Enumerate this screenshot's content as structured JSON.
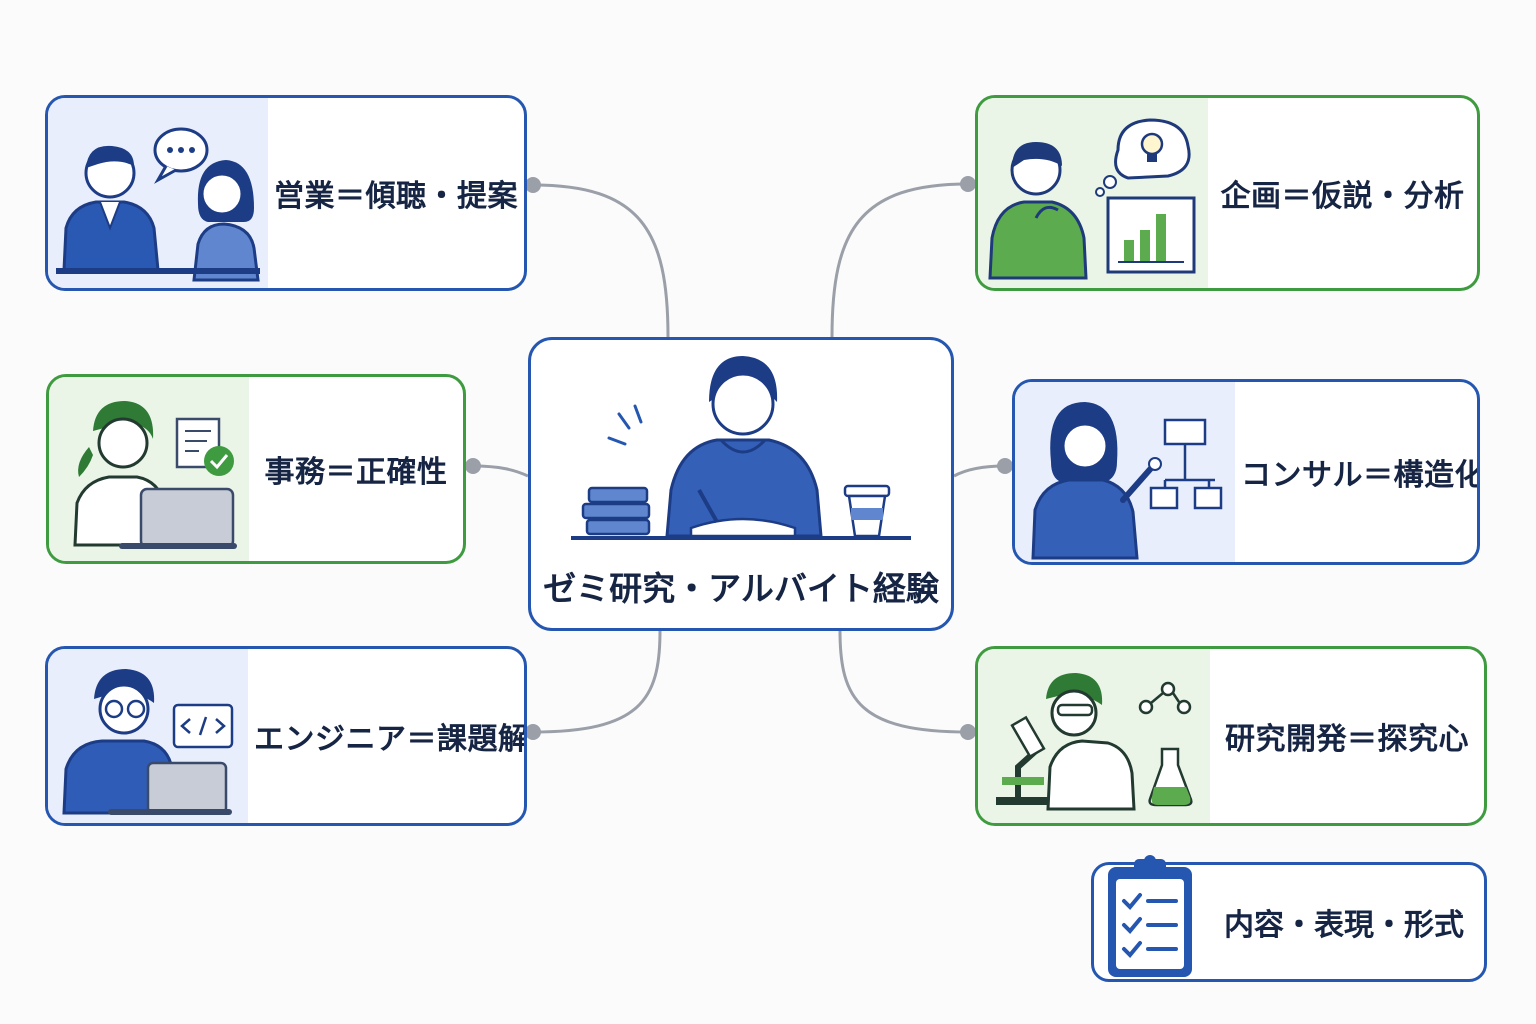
{
  "center": {
    "title": "ゼミ研究・アルバイト経験"
  },
  "cards": {
    "sales": "営業＝傾聴・提案",
    "planning": "企画＝仮説・分析",
    "office": "事務＝正確性",
    "consulting": "コンサル＝構造化",
    "engineer": "エンジニア＝課題解決",
    "research": "研究開発＝探究心"
  },
  "criteria": {
    "label": "内容・表現・形式"
  },
  "colors": {
    "blue": "#2557b0",
    "green": "#3f9b3f",
    "navy": "#172544",
    "connector": "#9a9fa8"
  },
  "icons": [
    "chat-bubble-icon",
    "lightbulb-icon",
    "bar-chart-icon",
    "document-check-icon",
    "flowchart-icon",
    "code-icon",
    "molecule-icon",
    "flask-icon",
    "microscope-icon",
    "clipboard-checklist-icon",
    "books-icon",
    "coffee-cup-icon"
  ]
}
